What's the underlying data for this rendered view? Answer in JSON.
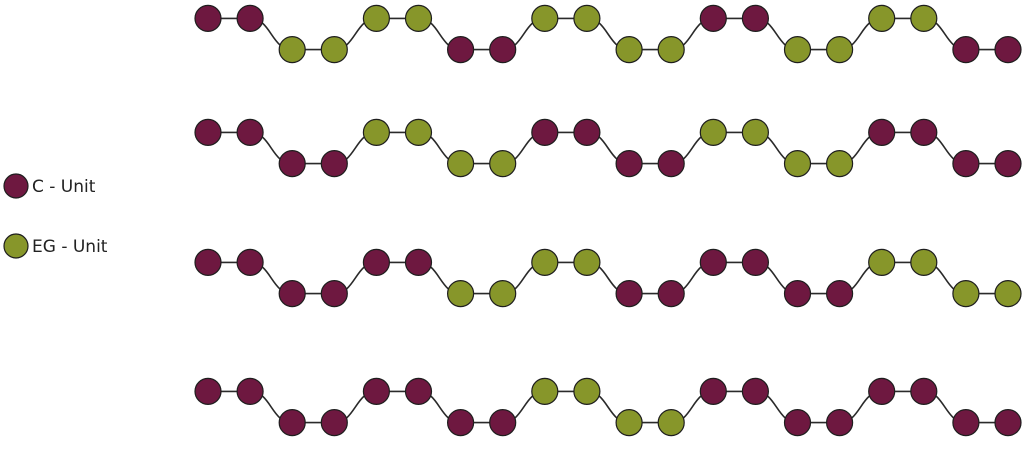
{
  "colors": {
    "C": "#6e1840",
    "EG": "#87962a",
    "chain": "#2a2a2a"
  },
  "legend": [
    {
      "key": "C",
      "label": "C - Unit"
    },
    {
      "key": "EG",
      "label": "EG - Unit"
    }
  ],
  "chains": [
    {
      "units": [
        "C",
        "C",
        "EG",
        "EG",
        "EG",
        "EG",
        "C",
        "C",
        "EG",
        "EG",
        "EG",
        "EG",
        "C",
        "C",
        "EG",
        "EG",
        "EG",
        "EG",
        "C",
        "C"
      ]
    },
    {
      "units": [
        "C",
        "C",
        "C",
        "C",
        "EG",
        "EG",
        "EG",
        "EG",
        "C",
        "C",
        "C",
        "C",
        "EG",
        "EG",
        "EG",
        "EG",
        "C",
        "C",
        "C",
        "C"
      ]
    },
    {
      "units": [
        "C",
        "C",
        "C",
        "C",
        "C",
        "C",
        "EG",
        "EG",
        "EG",
        "EG",
        "C",
        "C",
        "C",
        "C",
        "C",
        "C",
        "EG",
        "EG",
        "EG",
        "EG"
      ]
    },
    {
      "units": [
        "C",
        "C",
        "C",
        "C",
        "C",
        "C",
        "C",
        "C",
        "EG",
        "EG",
        "EG",
        "EG",
        "C",
        "C",
        "C",
        "C",
        "C",
        "C",
        "C",
        "C"
      ]
    }
  ]
}
